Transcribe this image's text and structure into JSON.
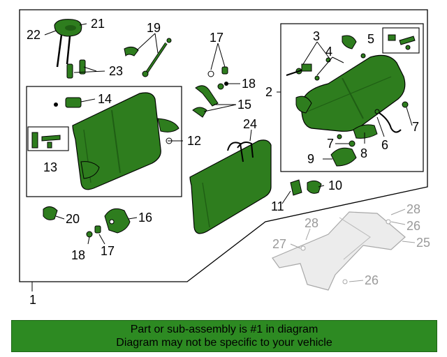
{
  "diagram": {
    "callouts": {
      "c1": "1",
      "c2": "2",
      "c3": "3",
      "c4": "4",
      "c5": "5",
      "c6": "6",
      "c7a": "7",
      "c7b": "7",
      "c8": "8",
      "c9": "9",
      "c10": "10",
      "c11": "11",
      "c12": "12",
      "c13": "13",
      "c14": "14",
      "c15": "15",
      "c16": "16",
      "c17a": "17",
      "c17b": "17",
      "c18a": "18",
      "c18b": "18",
      "c19": "19",
      "c20": "20",
      "c21": "21",
      "c22": "22",
      "c23": "23",
      "c24": "24",
      "c25": "25",
      "c26a": "26",
      "c26b": "26",
      "c27": "27",
      "c28a": "28",
      "c28b": "28"
    },
    "colors": {
      "part_fill": "#2e7d1e",
      "part_dark": "#1f5e14",
      "line": "#000000",
      "gray_part": "#b0b0b0",
      "banner": "#2d8a22"
    }
  },
  "banner": {
    "line1": "Part or sub-assembly is #1 in diagram",
    "line2": "Diagram may not be specific to your vehicle"
  }
}
